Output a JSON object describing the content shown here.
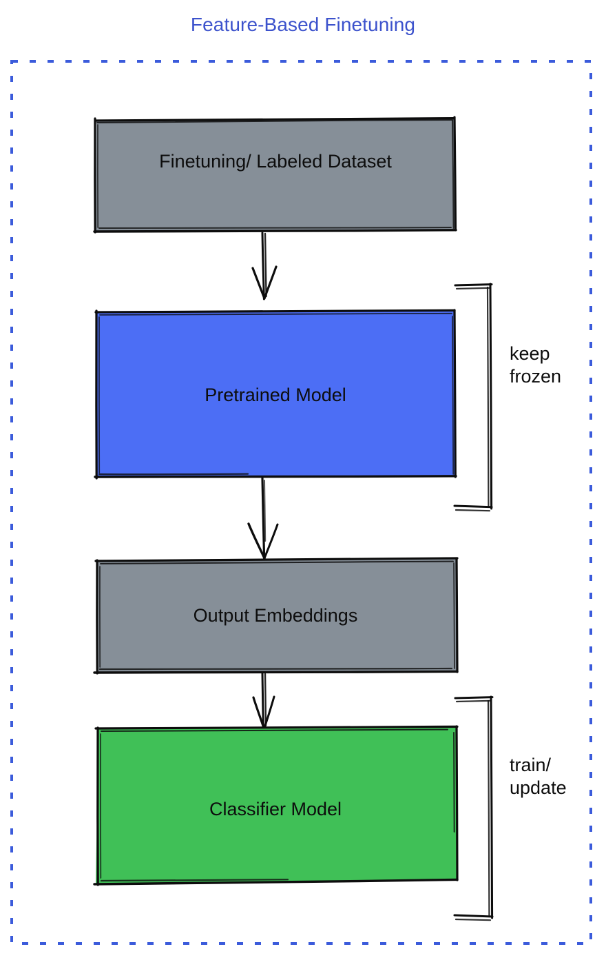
{
  "title": "Feature-Based Finetuning",
  "colors": {
    "title_text": "#3c52cc",
    "frame_dashed": "#3b5bdb",
    "stroke": "#0d0d0d",
    "gray_fill": "#868f98",
    "blue_fill": "#4c6ef5",
    "green_fill": "#40c057",
    "label_text": "#0d0d0d",
    "background": "#ffffff"
  },
  "frame": {
    "style": "dashed",
    "label": "diagram-frame"
  },
  "nodes": [
    {
      "id": "dataset",
      "label": "Finetuning/ Labeled Dataset",
      "fill": "gray",
      "icon": "rectangle-node"
    },
    {
      "id": "pretrained",
      "label": "Pretrained Model",
      "fill": "blue",
      "icon": "rectangle-node"
    },
    {
      "id": "embeddings",
      "label": "Output Embeddings",
      "fill": "gray",
      "icon": "rectangle-node"
    },
    {
      "id": "classifier",
      "label": "Classifier Model",
      "fill": "green",
      "icon": "rectangle-node"
    }
  ],
  "brackets": [
    {
      "id": "frozen",
      "label": "keep\nfrozen",
      "target": "pretrained",
      "icon": "right-bracket-icon"
    },
    {
      "id": "trainable",
      "label": "train/\nupdate",
      "target": "classifier",
      "icon": "right-bracket-icon"
    }
  ],
  "arrows": [
    {
      "id": "dataset-to-pretrained",
      "from": "dataset",
      "to": "pretrained",
      "icon": "down-arrow-icon"
    },
    {
      "id": "pretrained-to-embeddings",
      "from": "pretrained",
      "to": "embeddings",
      "icon": "down-arrow-icon"
    },
    {
      "id": "embeddings-to-classifier",
      "from": "embeddings",
      "to": "classifier",
      "icon": "down-arrow-icon"
    }
  ]
}
